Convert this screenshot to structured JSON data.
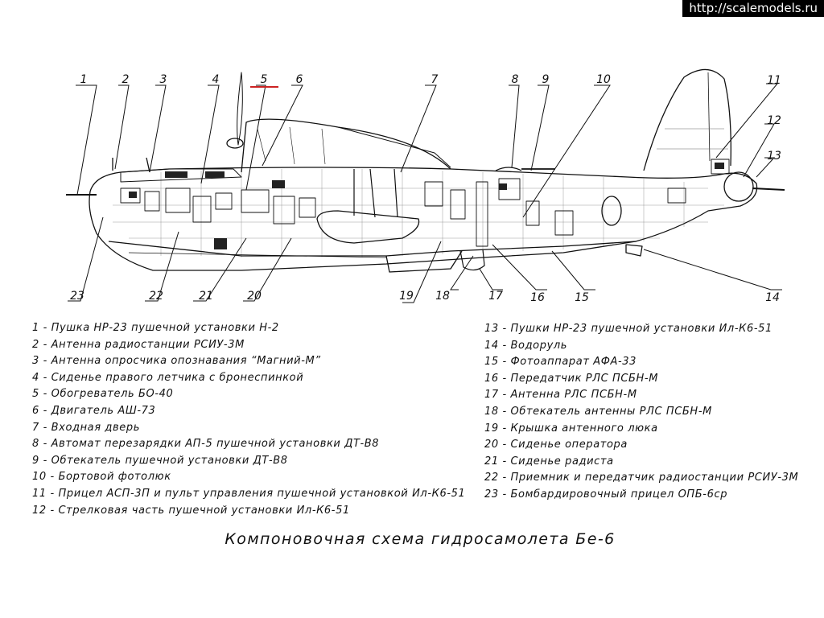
{
  "watermark": "http://scalemodels.ru",
  "title": "Компоновочная схема гидросамолета Бе-6",
  "callouts": [
    "1",
    "2",
    "3",
    "4",
    "5",
    "6",
    "7",
    "8",
    "9",
    "10",
    "11",
    "12",
    "13",
    "14",
    "15",
    "16",
    "17",
    "18",
    "19",
    "20",
    "21",
    "22",
    "23"
  ],
  "legend_left": [
    "1 - Пушка НР-23 пушечной установки Н-2",
    "2 - Антенна радиостанции РСИУ-3М",
    "3 - Антенна опросчика опознавания “Магний-М”",
    "4 - Сиденье правого летчика с бронеспинкой",
    "5 - Обогреватель БО-40",
    "6 - Двигатель АШ-73",
    "7 - Входная дверь",
    "8 - Автомат перезарядки АП-5 пушечной установки ДТ-В8",
    "9 - Обтекатель пушечной установки ДТ-В8",
    "10 - Бортовой фотолюк",
    "11 - Прицел АСП-3П и пульт управления пушечной установкой Ил-К6-51",
    "12 - Стрелковая часть пушечной установки Ил-К6-51"
  ],
  "legend_right": [
    "13 - Пушки НР-23 пушечной установки Ил-К6-51",
    "14 - Водоруль",
    "15 - Фотоаппарат АФА-33",
    "16 - Передатчик РЛС ПСБН-М",
    "17 - Антенна РЛС ПСБН-М",
    "18 - Обтекатель антенны РЛС ПСБН-М",
    "19 - Крышка антенного люка",
    "20 - Сиденье оператора",
    "21 - Сиденье радиста",
    "22 - Приемник и передатчик радиостанции РСИУ-3М",
    "23 - Бомбардировочный прицел ОПБ-6ср"
  ],
  "colors": {
    "ink": "#111111",
    "highlight": "#cc2222"
  }
}
